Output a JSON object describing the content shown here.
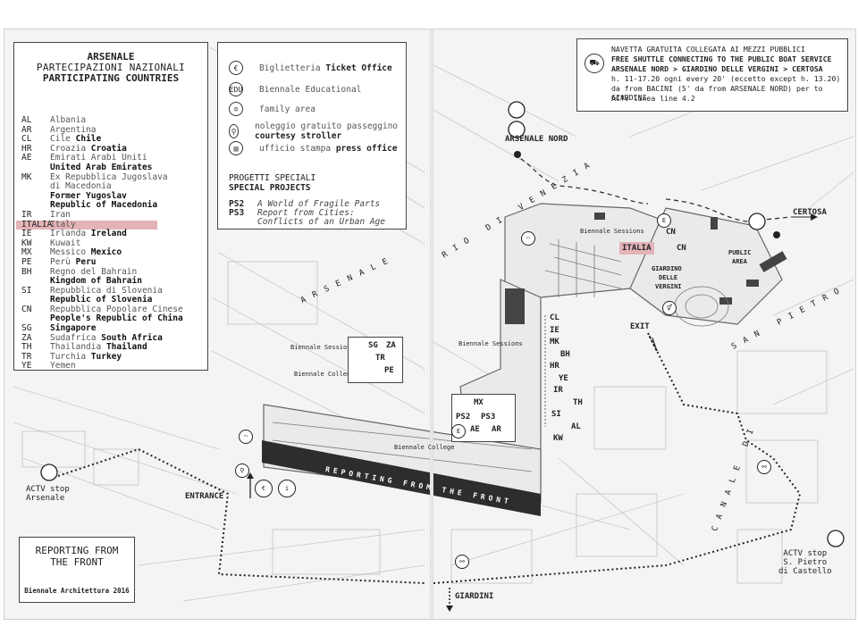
{
  "legend": {
    "title1": "ARSENALE",
    "title2": "PARTECIPAZIONI NAZIONALI",
    "title3": "PARTICIPATING COUNTRIES",
    "countries": [
      {
        "code": "AL",
        "it": "Albania",
        "en": ""
      },
      {
        "code": "AR",
        "it": "Argentina",
        "en": ""
      },
      {
        "code": "CL",
        "it": "Cile",
        "en": "Chile"
      },
      {
        "code": "HR",
        "it": "Croazia",
        "en": "Croatia"
      },
      {
        "code": "AE",
        "it": "Emirati Arabi Uniti",
        "en": ""
      },
      {
        "code": "",
        "it": "",
        "en": "United Arab Emirates"
      },
      {
        "code": "MK",
        "it": "Ex Repubblica Jugoslava",
        "en": ""
      },
      {
        "code": "",
        "it": "di Macedonia",
        "en": ""
      },
      {
        "code": "",
        "it": "",
        "en": "Former Yugoslav"
      },
      {
        "code": "",
        "it": "",
        "en": "Republic of Macedonia"
      },
      {
        "code": "IR",
        "it": "Iran",
        "en": ""
      },
      {
        "code": "ITALIA",
        "it": "Italy",
        "en": "",
        "highlight": true
      },
      {
        "code": "IE",
        "it": "Irlanda",
        "en": "Ireland"
      },
      {
        "code": "KW",
        "it": "Kuwait",
        "en": ""
      },
      {
        "code": "MX",
        "it": "Messico",
        "en": "Mexico"
      },
      {
        "code": "PE",
        "it": "Perù",
        "en": "Peru"
      },
      {
        "code": "BH",
        "it": "Regno del Bahrain",
        "en": ""
      },
      {
        "code": "",
        "it": "",
        "en": "Kingdom of Bahrain"
      },
      {
        "code": "SI",
        "it": "Repubblica di Slovenia",
        "en": ""
      },
      {
        "code": "",
        "it": "",
        "en": "Republic of Slovenia"
      },
      {
        "code": "CN",
        "it": "Repubblica Popolare Cinese",
        "en": ""
      },
      {
        "code": "",
        "it": "",
        "en": "People's Republic of China"
      },
      {
        "code": "SG",
        "it": "",
        "en": "Singapore"
      },
      {
        "code": "ZA",
        "it": "Sudafrica",
        "en": "South Africa"
      },
      {
        "code": "TH",
        "it": "Thailandia",
        "en": "Thailand"
      },
      {
        "code": "TR",
        "it": "Turchia",
        "en": "Turkey"
      },
      {
        "code": "YE",
        "it": "Yemen",
        "en": ""
      }
    ]
  },
  "services": {
    "items": [
      {
        "icon": "ticket-icon",
        "glyph": "€",
        "it": "Biglietteria",
        "en": "Ticket Office"
      },
      {
        "icon": "edu-icon",
        "glyph": "EDU",
        "it": "Biennale Educational",
        "en": ""
      },
      {
        "icon": "family-icon",
        "glyph": "☺",
        "it": "family area",
        "en": ""
      },
      {
        "icon": "stroller-icon",
        "glyph": "⚲",
        "it": "noleggio gratuito passeggino",
        "en": "courtesy stroller"
      },
      {
        "icon": "press-icon",
        "glyph": "▤",
        "it": "ufficio stampa",
        "en": "press office"
      }
    ],
    "special_it": "PROGETTI SPECIALI",
    "special_en": "SPECIAL PROJECTS",
    "projects": [
      {
        "code": "PS2",
        "title": "A World of Fragile Parts"
      },
      {
        "code": "PS3",
        "title": "Report from Cities:"
      },
      {
        "code": "",
        "title": "Conflicts of an Urban Age"
      }
    ]
  },
  "shuttle": {
    "line1": "NAVETTA GRATUITA COLLEGATA AI MEZZI PUBBLICI",
    "line2": "FREE SHUTTLE CONNECTING TO THE PUBLIC BOAT SERVICE",
    "line3": "ARSENALE NORD > GIARDINO DELLE VERGINI > CERTOSA",
    "line4": "h. 11-17.20 ogni every 20' (eccetto except h. 13.20)",
    "line5": "da from BACINI (5' da from ARSENALE NORD) per to GIARDINI",
    "line6": "ACTV linea line 4.2"
  },
  "report_box": {
    "title1": "REPORTING FROM",
    "title2": "THE FRONT",
    "footer": "Biennale Architettura 2016"
  },
  "map": {
    "arsenale_nord": "ARSENALE NORD",
    "certosa": "CERTOSA",
    "italia": "ITALIA",
    "cn1": "CN",
    "cn2": "CN",
    "giardino": "GIARDINO",
    "delle": "DELLE",
    "vergini": "VERGINI",
    "public": "PUBLIC",
    "area": "AREA",
    "exit": "EXIT",
    "entrance": "ENTRANCE",
    "giardini": "GIARDINI",
    "actv_arsenale_1": "ACTV stop",
    "actv_arsenale_2": "Arsenale",
    "actv_spietro_1": "ACTV stop",
    "actv_spietro_2": "S. Pietro",
    "actv_spietro_3": "di Castello",
    "rio_venezia": "RIO DI VENEZIA",
    "arsenale_street": "ARSENALE",
    "san_pietro": "SAN PIETRO",
    "canale": "CANALE DI",
    "reporting_band": "REPORTING FROM THE FRONT",
    "sessions_1": "Biennale Sessions",
    "sessions_2": "Biennale Sessions",
    "sessions_3": "Biennale Sessions",
    "college_1": "Biennale College",
    "college_2": "Biennale College",
    "sg": "SG",
    "za": "ZA",
    "tr": "TR",
    "pe": "PE",
    "mx": "MX",
    "ps2": "PS2",
    "ps3": "PS3",
    "ae": "AE",
    "ar": "AR",
    "country_column": [
      "CL",
      "IE",
      "MK",
      "BH",
      "HR",
      "YE",
      "IR",
      "TH",
      "SI",
      "AL",
      "KW"
    ]
  }
}
